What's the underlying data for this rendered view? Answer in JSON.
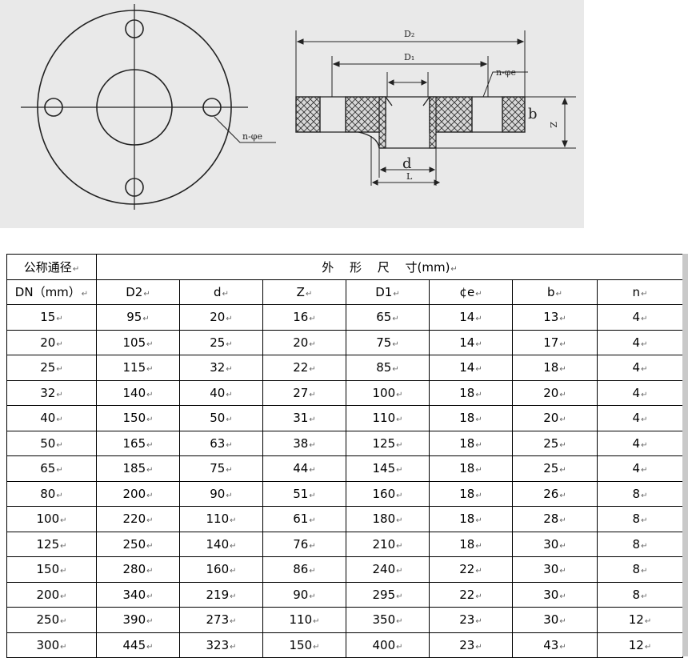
{
  "drawing": {
    "labels": {
      "D2": "D₂",
      "D1": "D₁",
      "n_phi_e_left": "n-φe",
      "n_phi_e_right": "n-φe",
      "b": "b",
      "Z": "Z",
      "d": "d",
      "L": "L"
    }
  },
  "table": {
    "corner_top": "公称通径",
    "corner_bottom": "DN（mm）",
    "group_header": "外　 形　 尺　 寸(mm)",
    "columns": [
      "D2",
      "d",
      "Z",
      "D1",
      "¢e",
      "b",
      "n"
    ],
    "rows": [
      [
        "15",
        "95",
        "20",
        "16",
        "65",
        "14",
        "13",
        "4"
      ],
      [
        "20",
        "105",
        "25",
        "20",
        "75",
        "14",
        "17",
        "4"
      ],
      [
        "25",
        "115",
        "32",
        "22",
        "85",
        "14",
        "18",
        "4"
      ],
      [
        "32",
        "140",
        "40",
        "27",
        "100",
        "18",
        "20",
        "4"
      ],
      [
        "40",
        "150",
        "50",
        "31",
        "110",
        "18",
        "20",
        "4"
      ],
      [
        "50",
        "165",
        "63",
        "38",
        "125",
        "18",
        "25",
        "4"
      ],
      [
        "65",
        "185",
        "75",
        "44",
        "145",
        "18",
        "25",
        "4"
      ],
      [
        "80",
        "200",
        "90",
        "51",
        "160",
        "18",
        "26",
        "8"
      ],
      [
        "100",
        "220",
        "110",
        "61",
        "180",
        "18",
        "28",
        "8"
      ],
      [
        "125",
        "250",
        "140",
        "76",
        "210",
        "18",
        "30",
        "8"
      ],
      [
        "150",
        "280",
        "160",
        "86",
        "240",
        "22",
        "30",
        "8"
      ],
      [
        "200",
        "340",
        "219",
        "90",
        "295",
        "22",
        "30",
        "8"
      ],
      [
        "250",
        "390",
        "273",
        "110",
        "350",
        "23",
        "30",
        "12"
      ],
      [
        "300",
        "445",
        "323",
        "150",
        "400",
        "23",
        "43",
        "12"
      ]
    ],
    "cell_mark": "↵"
  }
}
